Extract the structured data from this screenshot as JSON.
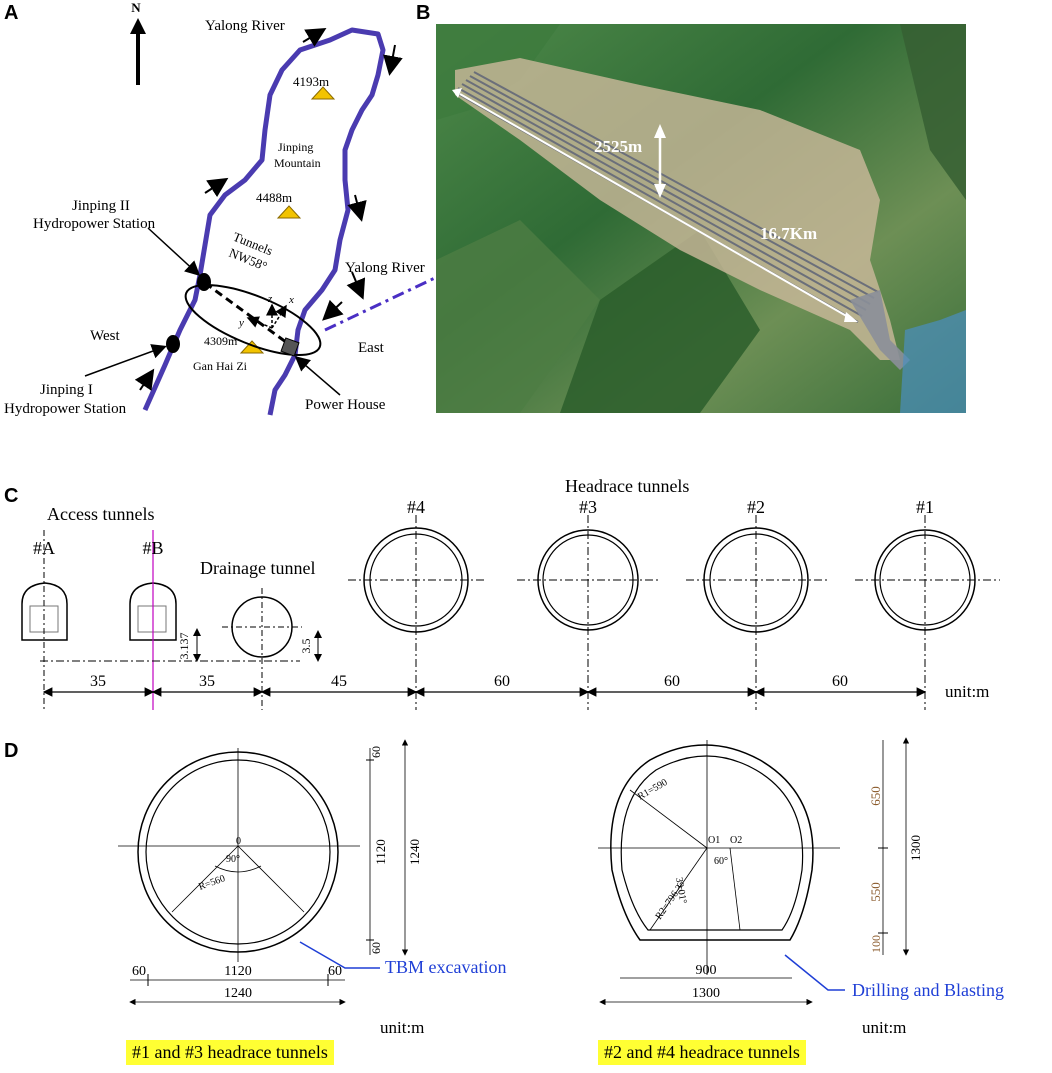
{
  "panels": {
    "a": "A",
    "b": "B",
    "c": "C",
    "d": "D"
  },
  "map": {
    "north": "N",
    "river_top": "Yalong River",
    "river_right": "Yalong River",
    "peak1": "4193m",
    "peak2": "4488m",
    "peak3": "4309m",
    "mountain_line1": "Jinping",
    "mountain_line2": "Mountain",
    "station2_line1": "Jinping II",
    "station2_line2": "Hydropower Station",
    "station1_line1": "Jinping I",
    "station1_line2": "Hydropower Station",
    "tunnels_line1": "Tunnels",
    "tunnels_line2": "NW58°",
    "west": "West",
    "east": "East",
    "gan_hai_zi": "Gan Hai Zi",
    "power_house": "Power House",
    "axis_z": "z",
    "axis_x": "x",
    "axis_y": "y"
  },
  "aerial": {
    "depth_label": "2525m",
    "length_label": "16.7Km"
  },
  "section_c": {
    "access_title": "Access tunnels",
    "headrace_title": "Headrace tunnels",
    "drainage_title": "Drainage tunnel",
    "labels": [
      "#A",
      "#B",
      "#4",
      "#3",
      "#2",
      "#1"
    ],
    "dim_3137": "3.137",
    "dim_35v": "3.5",
    "spacings": [
      "35",
      "35",
      "45",
      "60",
      "60",
      "60"
    ],
    "unit": "unit:m"
  },
  "section_d": {
    "left": {
      "dim_top": "60",
      "dim_mid": "1120",
      "dim_total": "1240",
      "dim_bottom": "60",
      "radius": "R=560",
      "angle": "90°",
      "center": "0",
      "bottom_left": "60",
      "bottom_mid": "1120",
      "bottom_right": "60",
      "bottom_total": "1240",
      "note": "TBM excavation",
      "unit": "unit:m",
      "caption": "#1 and #3 headrace tunnels"
    },
    "right": {
      "dim_650": "650",
      "dim_550": "550",
      "dim_100": "100",
      "dim_total": "1300",
      "r1": "R1=590",
      "r2": "R2=796.3",
      "angle1": "39.01°",
      "angle2": "60°",
      "o1": "O1",
      "o2": "O2",
      "bottom_900": "900",
      "bottom_1300": "1300",
      "note": "Drilling and Blasting",
      "unit": "unit:m",
      "caption": "#2 and #4 headrace tunnels"
    }
  }
}
